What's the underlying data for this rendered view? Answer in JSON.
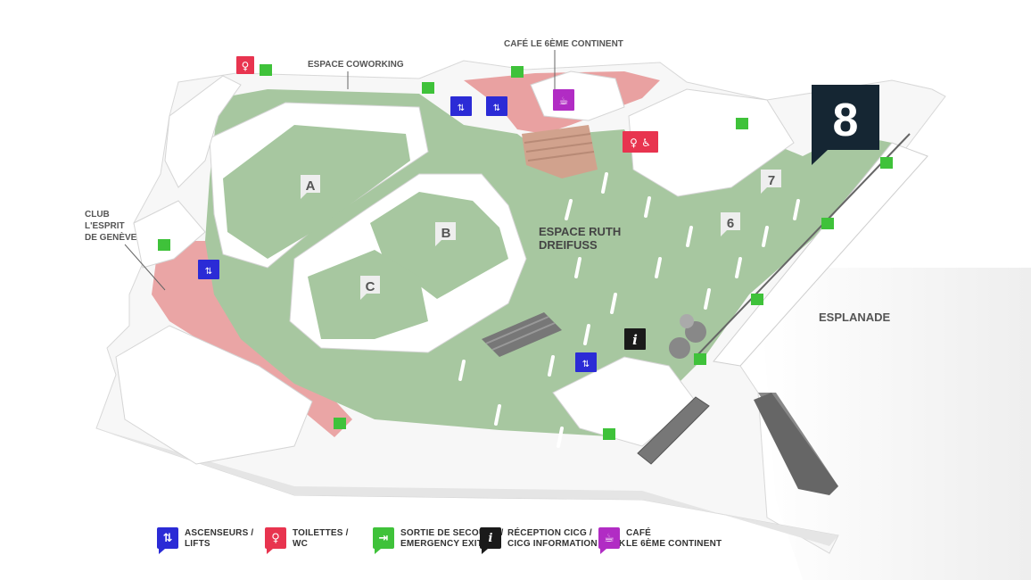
{
  "map": {
    "floor_number": "8",
    "rooms": {
      "a": "A",
      "b": "B",
      "c": "C",
      "six": "6",
      "seven": "7"
    },
    "labels": {
      "coworking": "ESPACE COWORKING",
      "cafe": "CAFÉ LE 6ÈME CONTINENT",
      "club_line1": "CLUB",
      "club_line2": "L'ESPRIT",
      "club_line3": "DE GENÈVE",
      "ruth_line1": "ESPACE RUTH",
      "ruth_line2": "DREIFUSS",
      "esplanade": "ESPLANADE"
    },
    "info_icon": "i"
  },
  "legend": {
    "lifts": {
      "line1": "ASCENSEURS /",
      "line2": "LIFTS",
      "icon": "elevator-icon",
      "color": "#2b2bd6"
    },
    "toilets": {
      "line1": "TOILETTES /",
      "line2": "WC",
      "icon": "toilet-icon",
      "color": "#e8344f"
    },
    "exit": {
      "line1": "SORTIE DE SECOURS /",
      "line2": "EMERGENCY EXIT",
      "icon": "emergency-exit-icon",
      "color": "#3fc23a"
    },
    "info": {
      "line1": "RÉCEPTION CICG /",
      "line2": "CICG INFORMATION DESK",
      "icon": "info-icon",
      "glyph": "i",
      "color": "#1a1a1a"
    },
    "cafe": {
      "line1": "CAFÉ",
      "line2": "LE 6ÈME CONTINENT",
      "icon": "coffee-cup-icon",
      "color": "#b12cc4"
    }
  }
}
